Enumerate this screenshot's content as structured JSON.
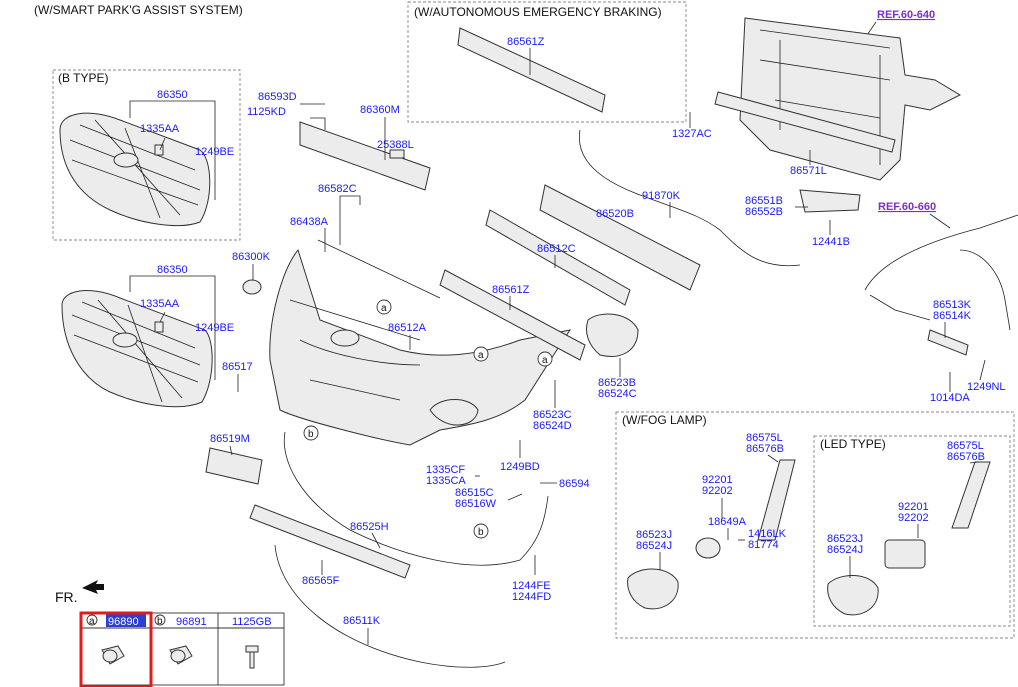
{
  "captions": {
    "smart_park": "(W/SMART PARK'G ASSIST SYSTEM)",
    "aeb": "(W/AUTONOMOUS EMERGENCY BRAKING)",
    "b_type": "(B TYPE)",
    "fog_lamp": "(W/FOG LAMP)",
    "led_type": "(LED TYPE)",
    "fr": "FR."
  },
  "refs": {
    "ref_640": "REF.60-640",
    "ref_660": "REF.60-660"
  },
  "parts": {
    "p86561Z_top": "86561Z",
    "p86593D": "86593D",
    "p1125KD": "1125KD",
    "p86360M": "86360M",
    "p25388L": "25388L",
    "p86350_top": "86350",
    "p1335AA_top": "1335AA",
    "p1249BE_top": "1249BE",
    "p86582C": "86582C",
    "p86438A": "86438A",
    "p86300K": "86300K",
    "p86350_mid": "86350",
    "p1335AA_mid": "1335AA",
    "p1249BE_mid": "1249BE",
    "p86517": "86517",
    "p86512A": "86512A",
    "p86519M": "86519M",
    "p1327AC": "1327AC",
    "p86571L": "86571L",
    "p91870K": "91870K",
    "p86551B": "86551B",
    "p86552B": "86552B",
    "p86520B": "86520B",
    "p12441B": "12441B",
    "p86512C": "86512C",
    "p86561Z_mid": "86561Z",
    "p86523B": "86523B",
    "p86524C": "86524C",
    "p86523C": "86523C",
    "p86524D": "86524D",
    "p86513K": "86513K",
    "p86514K": "86514K",
    "p1249NL": "1249NL",
    "p1014DA": "1014DA",
    "p1249BD": "1249BD",
    "p1335CF": "1335CF",
    "p1335CA": "1335CA",
    "p86515C": "86515C",
    "p86516W": "86516W",
    "p86594": "86594",
    "p86525H": "86525H",
    "p86565F": "86565F",
    "p86511K": "86511K",
    "p1244FE": "1244FE",
    "p1244FD": "1244FD",
    "p86575L_fog": "86575L",
    "p86576B_fog": "86576B",
    "p92201_fog": "92201",
    "p92202_fog": "92202",
    "p18649A": "18649A",
    "p1416LK": "1416LK",
    "p81774": "81774",
    "p86523J_fog": "86523J",
    "p86524J_fog": "86524J",
    "p86575L_led": "86575L",
    "p86576B_led": "86576B",
    "p92201_led": "92201",
    "p92202_led": "92202",
    "p86523J_led": "86523J",
    "p86524J_led": "86524J"
  },
  "circle_refs": {
    "a": "a",
    "b": "b"
  },
  "legend_table": {
    "cells": [
      {
        "letter": "a",
        "part": "96890",
        "highlighted": true
      },
      {
        "letter": "b",
        "part": "96891",
        "highlighted": false
      },
      {
        "letter": "",
        "part": "1125GB",
        "highlighted": false
      }
    ],
    "highlight_color": "#2b3fd6",
    "selection_color": "#e01b1b"
  }
}
